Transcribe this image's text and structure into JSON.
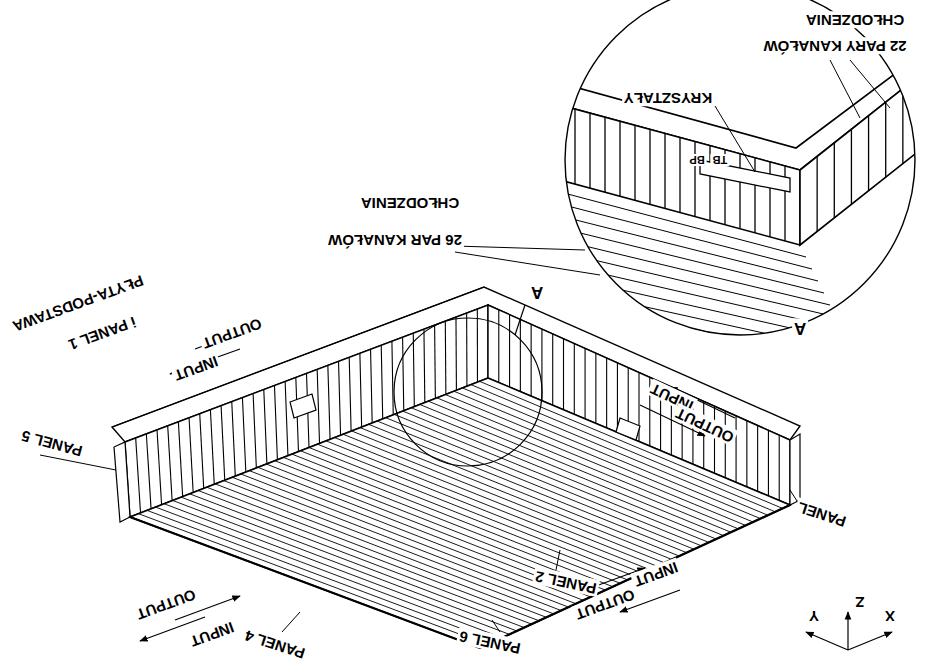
{
  "diagram": {
    "labels": [
      "CHŁODZENIA",
      "22 PARY KANAŁÓW",
      "KRYSZTAŁY",
      "TB",
      "BP",
      "CHŁODZENIA",
      "26 PAR KANAŁÓW",
      "A",
      "A",
      "PANEL 5",
      "PŁYTA-PODSTAWA",
      "i PANEL 1",
      "INPUT",
      "OUTPUT",
      "INPUT",
      "OUTPUT",
      "PANEL",
      "OUTPUT",
      "INPUT",
      "PANEL 4",
      "PANEL 6",
      "PANEL 2",
      "INPUT",
      "OUTPUT",
      "Z",
      "Y",
      "X"
    ]
  }
}
